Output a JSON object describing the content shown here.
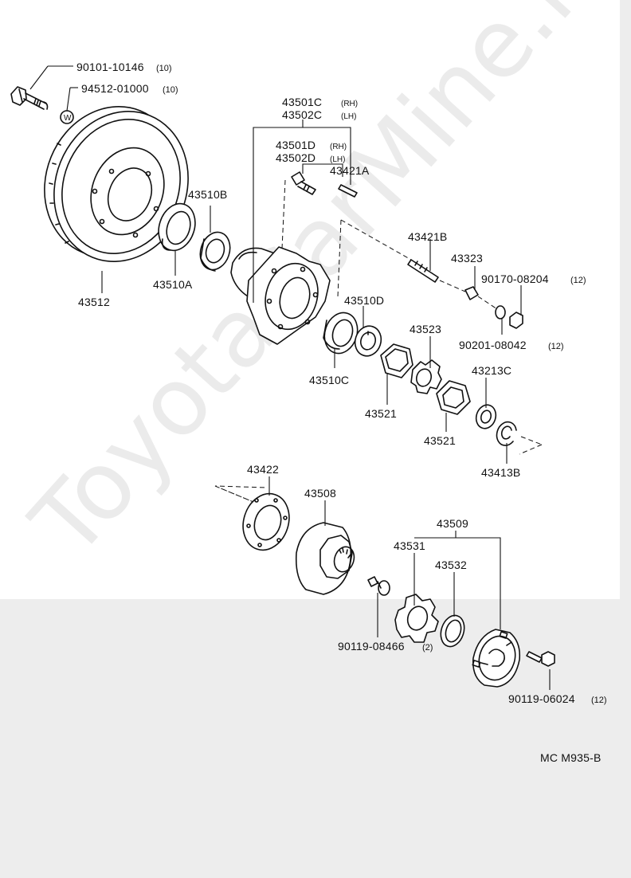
{
  "watermark": "ToyotaCarMine.ru",
  "diagram_code": "MC M935-B",
  "parts": {
    "p90101": {
      "number": "90101-10146",
      "qty": "(10)"
    },
    "p94512": {
      "number": "94512-01000",
      "qty": "(10)"
    },
    "p43501C": {
      "number": "43501C",
      "side": "(RH)"
    },
    "p43502C": {
      "number": "43502C",
      "side": "(LH)"
    },
    "p43501D": {
      "number": "43501D",
      "side": "(RH)"
    },
    "p43502D": {
      "number": "43502D",
      "side": "(LH)"
    },
    "p43421A": {
      "number": "43421A"
    },
    "p43510B": {
      "number": "43510B"
    },
    "p43510A": {
      "number": "43510A"
    },
    "p43512": {
      "number": "43512"
    },
    "p43421B": {
      "number": "43421B"
    },
    "p43323": {
      "number": "43323"
    },
    "p90170": {
      "number": "90170-08204",
      "qty": "(12)"
    },
    "p43510D": {
      "number": "43510D"
    },
    "p90201": {
      "number": "90201-08042",
      "qty": "(12)"
    },
    "p43523": {
      "number": "43523"
    },
    "p43213C": {
      "number": "43213C"
    },
    "p43510C": {
      "number": "43510C"
    },
    "p43521a": {
      "number": "43521"
    },
    "p43521b": {
      "number": "43521"
    },
    "p43413B": {
      "number": "43413B"
    },
    "p43422": {
      "number": "43422"
    },
    "p43508": {
      "number": "43508"
    },
    "p43509": {
      "number": "43509"
    },
    "p43531": {
      "number": "43531"
    },
    "p43532": {
      "number": "43532"
    },
    "p90119a": {
      "number": "90119-08466",
      "qty": "(2)"
    },
    "p90119b": {
      "number": "90119-06024",
      "qty": "(12)"
    }
  },
  "washer_letter": "W"
}
